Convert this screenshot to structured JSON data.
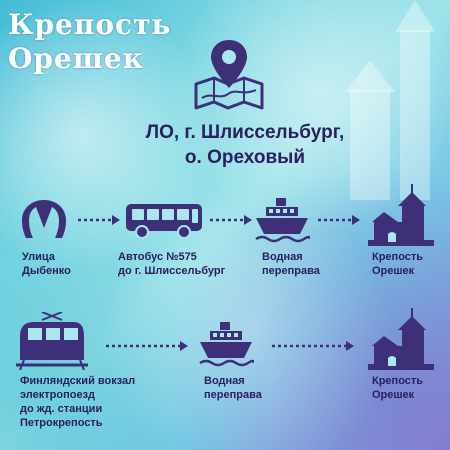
{
  "title": {
    "line1": "Крепость",
    "line2": "Орешек"
  },
  "address": {
    "line1": "ЛО, г. Шлиссельбург,",
    "line2": "о. Ореховый"
  },
  "colors": {
    "accent": "#3d2f78",
    "text": "#2a2060"
  },
  "icons": {
    "location": "map-pin-icon",
    "metro": "metro-icon",
    "bus": "bus-icon",
    "ship": "ship-icon",
    "fortress": "fortress-icon",
    "train": "train-icon"
  },
  "route1": {
    "metro": {
      "line1": "Улица",
      "line2": "Дыбенко"
    },
    "bus": {
      "line1": "Автобус №575",
      "line2": "до г. Шлиссельбург"
    },
    "ferry": {
      "line1": "Водная",
      "line2": "переправа"
    },
    "fortress": {
      "line1": "Крепость",
      "line2": "Орешек"
    }
  },
  "route2": {
    "train": {
      "line1": "Финляндский вокзал",
      "line2": "электропоезд",
      "line3": "до жд. станции",
      "line4": "Петрокрепость"
    },
    "ferry": {
      "line1": "Водная",
      "line2": "переправа"
    },
    "fortress": {
      "line1": "Крепость",
      "line2": "Орешек"
    }
  }
}
